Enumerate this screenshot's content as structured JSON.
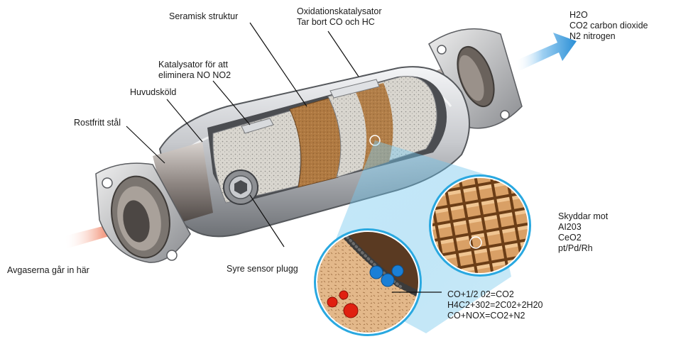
{
  "labels": {
    "seramisk": "Seramisk struktur",
    "oxidation": {
      "line1": "Oxidationskatalysator",
      "line2": "Tar bort CO och HC"
    },
    "output": {
      "line1": "H2O",
      "line2": "CO2 carbon dioxide",
      "line3": "N2 nitrogen"
    },
    "katalysator": {
      "line1": "Katalysator för att",
      "line2": "eliminera NO NO2"
    },
    "huvudskold": "Huvudsköld",
    "rostfritt": "Rostfritt stål",
    "avgaserna": "Avgaserna går in här",
    "syre": "Syre sensor plugg",
    "skyddar": {
      "line1": "Skyddar mot",
      "line2": "AI203",
      "line3": "CeO2",
      "line4": "pt/Pd/Rh"
    },
    "reactions": {
      "line1": "CO+1/2 02=CO2",
      "line2": "H4C2+302=2C02+2H20",
      "line3": "CO+NOX=CO2+N2"
    }
  },
  "colors": {
    "arrow_in": "#e8381f",
    "arrow_out": "#2a8fd6",
    "shell": "#c9cbcf",
    "ceramic": "#b5824a",
    "highlight": "#29a8e0",
    "molecule_red": "#e02010",
    "molecule_blue": "#1a7fd6"
  }
}
